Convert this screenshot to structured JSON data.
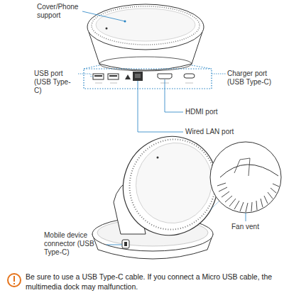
{
  "diagram": {
    "labels": [
      "Cover/Phone support",
      "USB port (USB Type-C)",
      "Charger port (USB Type-C)",
      "HDMI port",
      "Wired LAN port",
      "Fan vent",
      "Mobile device connector (USB Type-C)",
      "Be sure to use a USB Type-C cable. If you connect a Micro USB cable, the multimedia dock may malfunction."
    ]
  }
}
